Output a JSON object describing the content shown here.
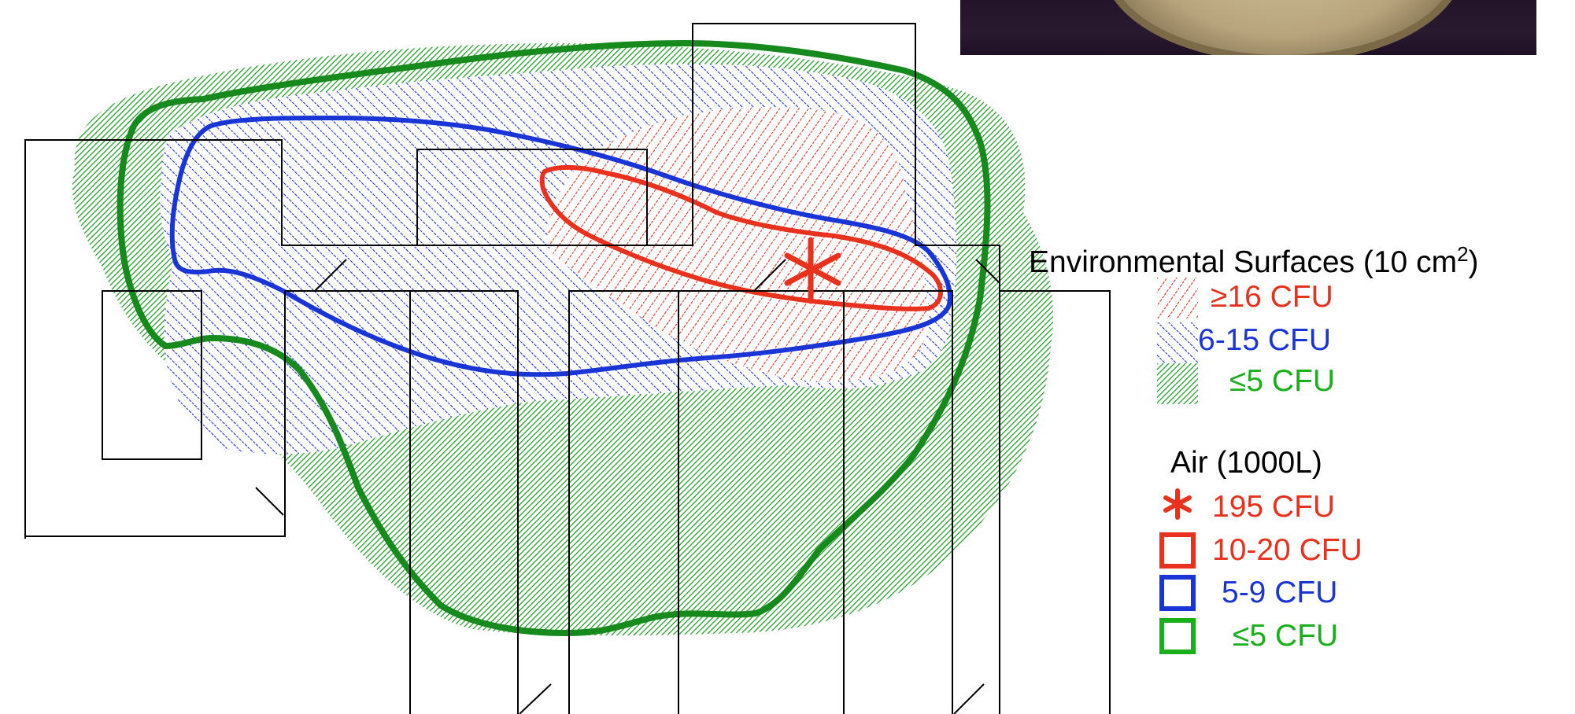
{
  "legend": {
    "surfaces_heading": "Environmental Surfaces (10 cm",
    "surfaces_heading_sup": "2",
    "surfaces_heading_close": ")",
    "surfaces": [
      {
        "label": "≥16 CFU",
        "color": "#e8321e"
      },
      {
        "label": "6-15 CFU",
        "color": "#1a35d6"
      },
      {
        "label": "≤5 CFU",
        "color": "#19b01c"
      }
    ],
    "air_heading": "Air (1000L)",
    "air": [
      {
        "label": "195 CFU",
        "symbol": "asterisk",
        "color": "#e8321e"
      },
      {
        "label": "10-20 CFU",
        "symbol": "square",
        "color": "#e8321e"
      },
      {
        "label": "5-9 CFU",
        "symbol": "square",
        "color": "#1a35d6"
      },
      {
        "label": "≤5 CFU",
        "symbol": "square",
        "color": "#19b01c"
      }
    ]
  },
  "colors": {
    "red": "#e8321e",
    "blue": "#1a35d6",
    "green_fill": "#25a22a",
    "green_line": "#168a1c",
    "floor_plan": "#000000",
    "photo_background": "#24142a"
  },
  "icons": [
    "asterisk-icon",
    "square-icon",
    "hatch-swatch-icon",
    "dish-photo"
  ]
}
